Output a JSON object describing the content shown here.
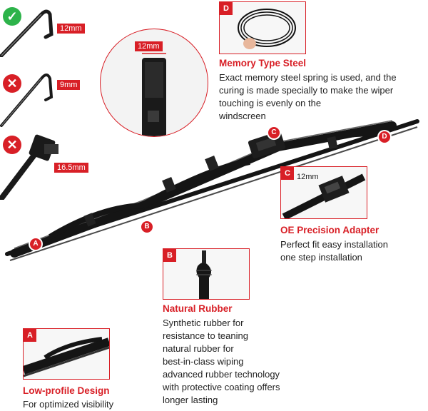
{
  "fit_checks": [
    {
      "state": "compatible",
      "icon": "check-icon",
      "size": "12mm"
    },
    {
      "state": "incompatible",
      "icon": "cross-icon",
      "size": "9mm"
    },
    {
      "state": "incompatible",
      "icon": "cross-icon",
      "size": "16.5mm"
    }
  ],
  "closeup_dimension": "12mm",
  "markers": {
    "a": "A",
    "b": "B",
    "c": "C",
    "d": "D"
  },
  "features": {
    "memory_steel": {
      "tag": "D",
      "title": "Memory Type Steel",
      "lines": [
        "Exact memory steel spring is used, and the",
        "curing is made specially to make the wiper",
        "touching is evenly on the",
        "windscreen"
      ]
    },
    "adapter": {
      "tag": "C",
      "dimension": "12mm",
      "title": "OE Precision Adapter",
      "lines": [
        "Perfect fit easy installation",
        "one step installation"
      ]
    },
    "rubber": {
      "tag": "B",
      "title": "Natural Rubber",
      "lines": [
        "Synthetic rubber for",
        "resistance to teaning",
        "natural rubber for",
        "best-in-class wiping",
        "advanced rubber technology",
        "with protective coating offers",
        "longer lasting"
      ]
    },
    "low_profile": {
      "tag": "A",
      "title": "Low-profile Design",
      "lines": [
        "For optimized visibility"
      ]
    }
  },
  "colors": {
    "accent": "#d81f26",
    "check": "#2db34a",
    "blade": "#151515"
  }
}
